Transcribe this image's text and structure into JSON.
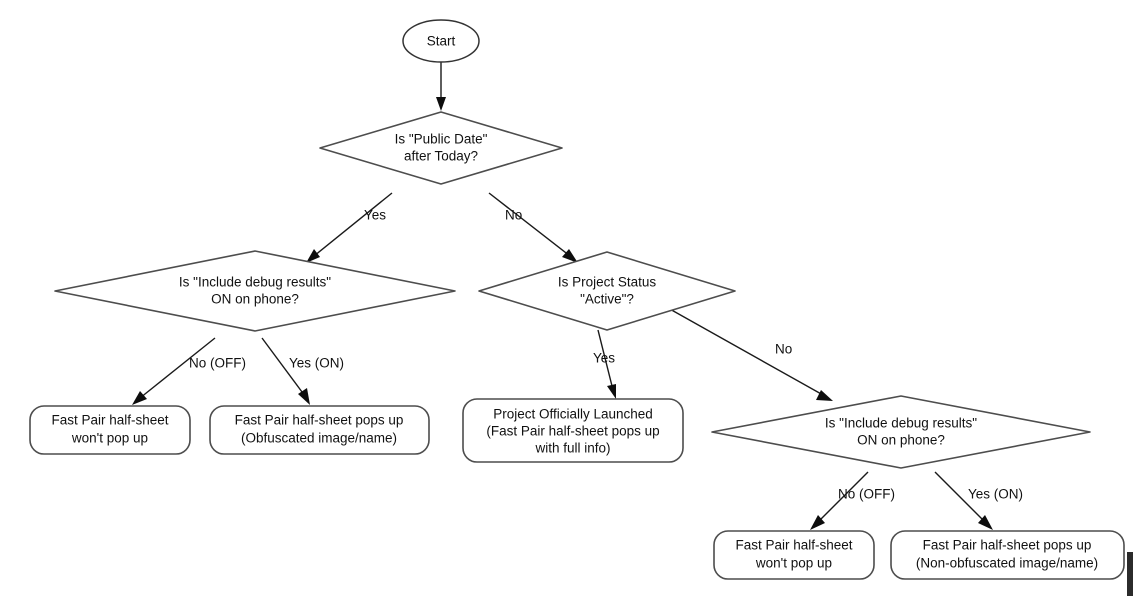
{
  "diagram": {
    "title": "Fast Pair half-sheet visibility decision flow",
    "type": "flowchart",
    "background_color": "#ffffff",
    "shape_stroke_color": "#4d4d4d",
    "edge_color": "#1a1a1a",
    "text_color": "#111111"
  },
  "nodes": {
    "start": {
      "id": "start",
      "shape": "ellipse",
      "label": "Start",
      "lines": [
        "Start"
      ]
    },
    "d_public_date": {
      "id": "d_public_date",
      "shape": "diamond",
      "lines": [
        "Is \"Public Date\"",
        "after Today?"
      ]
    },
    "d_debug_left": {
      "id": "d_debug_left",
      "shape": "diamond",
      "lines": [
        "Is \"Include debug results\"",
        "ON on phone?"
      ]
    },
    "d_project_status": {
      "id": "d_project_status",
      "shape": "diamond",
      "lines": [
        "Is Project Status",
        "\"Active\"?"
      ]
    },
    "d_debug_right": {
      "id": "d_debug_right",
      "shape": "diamond",
      "lines": [
        "Is \"Include debug results\"",
        "ON on phone?"
      ]
    },
    "r_left_off": {
      "id": "r_left_off",
      "shape": "rounded-rect",
      "lines": [
        "Fast Pair half-sheet",
        "won't pop up"
      ]
    },
    "r_left_on": {
      "id": "r_left_on",
      "shape": "rounded-rect",
      "lines": [
        "Fast Pair half-sheet pops up",
        "(Obfuscated image/name)"
      ]
    },
    "r_launched": {
      "id": "r_launched",
      "shape": "rounded-rect",
      "lines": [
        "Project Officially Launched",
        "(Fast Pair half-sheet pops up",
        "with full info)"
      ]
    },
    "r_right_off": {
      "id": "r_right_off",
      "shape": "rounded-rect",
      "lines": [
        "Fast Pair half-sheet",
        "won't pop up"
      ]
    },
    "r_right_on": {
      "id": "r_right_on",
      "shape": "rounded-rect",
      "lines": [
        "Fast Pair half-sheet pops up",
        "(Non-obfuscated image/name)"
      ]
    }
  },
  "edges": [
    {
      "id": "e1",
      "from": "start",
      "to": "d_public_date",
      "label": ""
    },
    {
      "id": "e2",
      "from": "d_public_date",
      "to": "d_debug_left",
      "label": "Yes"
    },
    {
      "id": "e3",
      "from": "d_public_date",
      "to": "d_project_status",
      "label": "No"
    },
    {
      "id": "e4",
      "from": "d_debug_left",
      "to": "r_left_off",
      "label": "No (OFF)"
    },
    {
      "id": "e5",
      "from": "d_debug_left",
      "to": "r_left_on",
      "label": "Yes (ON)"
    },
    {
      "id": "e6",
      "from": "d_project_status",
      "to": "r_launched",
      "label": "Yes"
    },
    {
      "id": "e7",
      "from": "d_project_status",
      "to": "d_debug_right",
      "label": "No"
    },
    {
      "id": "e8",
      "from": "d_debug_right",
      "to": "r_right_off",
      "label": "No (OFF)"
    },
    {
      "id": "e9",
      "from": "d_debug_right",
      "to": "r_right_on",
      "label": "Yes (ON)"
    }
  ]
}
